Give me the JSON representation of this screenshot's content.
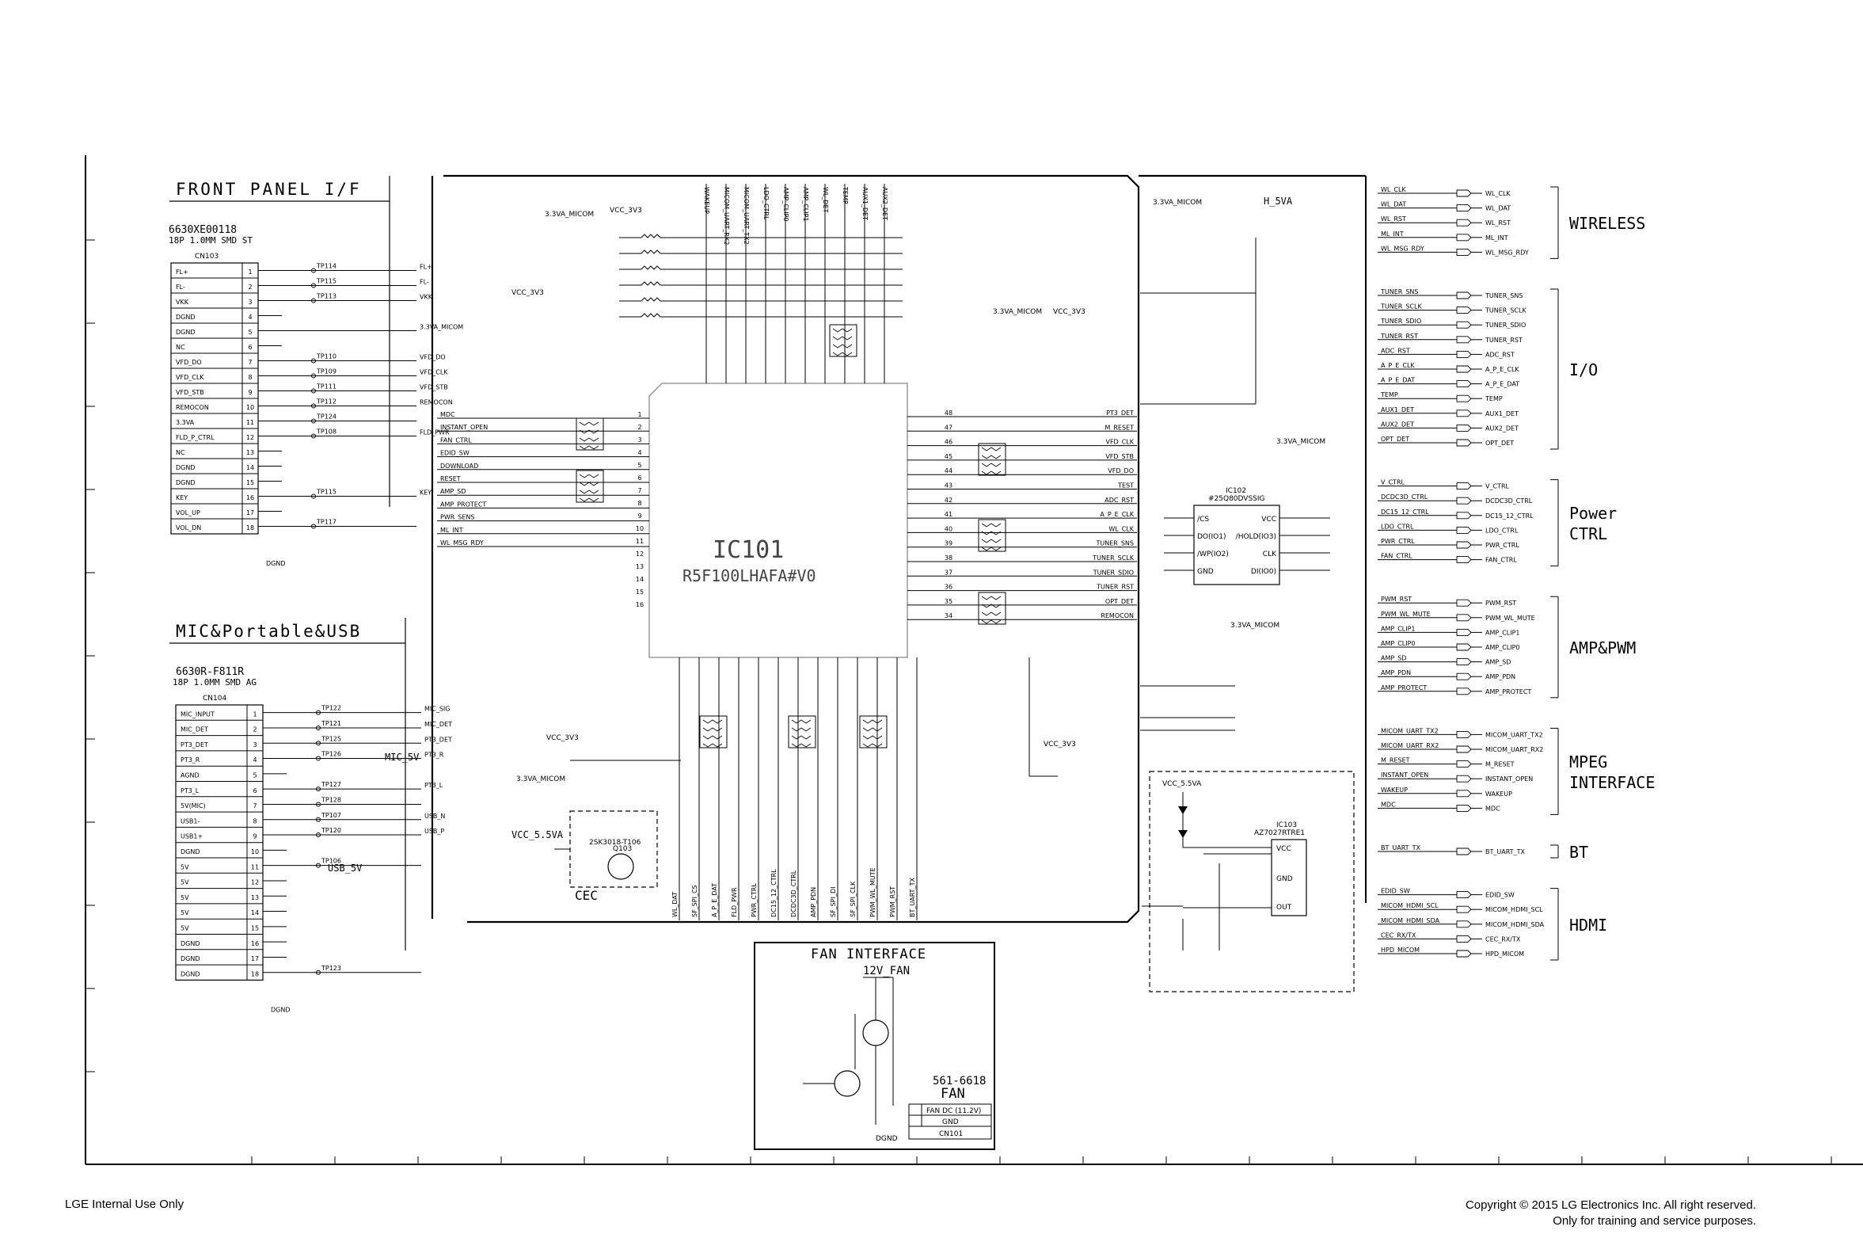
{
  "sections": {
    "front_panel": {
      "title": "FRONT PANEL I/F",
      "part": "6630XE00118",
      "spec": "18P 1.0MM SMD ST",
      "ref": "CN103"
    },
    "mic_usb": {
      "title": "MIC&Portable&USB",
      "part": "6630R-F811R",
      "spec": "18P 1.0MM SMD AG",
      "ref": "CN104"
    },
    "fan": {
      "title": "FAN INTERFACE",
      "supply": "12V_FAN",
      "part": "561-6618",
      "name": "FAN",
      "ref": "CN101",
      "pins": [
        "FAN DC (11.2V)",
        "GND"
      ]
    },
    "mcu": {
      "ref": "IC101",
      "part": "R5F100LHAFA#V0"
    },
    "flash": {
      "ref": "IC102",
      "part": "#25Q80DVSSIG",
      "pins_left": [
        "/CS",
        "DO(IO1)",
        "/WP(IO2)",
        "GND"
      ],
      "pins_right": [
        "VCC",
        "/HOLD(IO3)",
        "CLK",
        "DI(IO0)"
      ]
    },
    "reset_ic": {
      "ref": "IC103",
      "part": "AZ7027RTRE1",
      "pins": [
        "VCC",
        "GND",
        "OUT"
      ],
      "supply": "VCC_5.5VA"
    },
    "cec": {
      "label": "CEC",
      "supply": "VCC_5.5VA",
      "q": "Q103",
      "q_part": "2SK3018-T106"
    }
  },
  "cn103_pins": [
    {
      "n": "1",
      "name": "FL+",
      "tp": "TP114",
      "net": "FL+"
    },
    {
      "n": "2",
      "name": "FL-",
      "tp": "TP115",
      "net": "FL-"
    },
    {
      "n": "3",
      "name": "VKK",
      "tp": "TP113",
      "net": "VKK"
    },
    {
      "n": "4",
      "name": "DGND",
      "tp": "",
      "net": ""
    },
    {
      "n": "5",
      "name": "DGND",
      "tp": "",
      "net": "3.3VA_MICOM"
    },
    {
      "n": "6",
      "name": "NC",
      "tp": "",
      "net": ""
    },
    {
      "n": "7",
      "name": "VFD_DO",
      "tp": "TP110",
      "net": "VFD_DO"
    },
    {
      "n": "8",
      "name": "VFD_CLK",
      "tp": "TP109",
      "net": "VFD_CLK"
    },
    {
      "n": "9",
      "name": "VFD_STB",
      "tp": "TP111",
      "net": "VFD_STB"
    },
    {
      "n": "10",
      "name": "REMOCON",
      "tp": "TP112",
      "net": "REMOCON"
    },
    {
      "n": "11",
      "name": "3.3VA",
      "tp": "TP124",
      "net": ""
    },
    {
      "n": "12",
      "name": "FLD_P_CTRL",
      "tp": "TP108",
      "net": "FLD_PWR"
    },
    {
      "n": "13",
      "name": "NC",
      "tp": "",
      "net": ""
    },
    {
      "n": "14",
      "name": "DGND",
      "tp": "",
      "net": ""
    },
    {
      "n": "15",
      "name": "DGND",
      "tp": "",
      "net": ""
    },
    {
      "n": "16",
      "name": "KEY",
      "tp": "TP115",
      "net": "KEY"
    },
    {
      "n": "17",
      "name": "VOL_UP",
      "tp": "",
      "net": ""
    },
    {
      "n": "18",
      "name": "VOL_DN",
      "tp": "TP117",
      "net": ""
    }
  ],
  "cn104_pins": [
    {
      "n": "1",
      "name": "MIC_INPUT",
      "tp": "TP122",
      "net": "MIC_SIG"
    },
    {
      "n": "2",
      "name": "MIC_DET",
      "tp": "TP121",
      "net": "MIC_DET"
    },
    {
      "n": "3",
      "name": "PT3_DET",
      "tp": "TP125",
      "net": "PT3_DET"
    },
    {
      "n": "4",
      "name": "PT3_R",
      "tp": "TP126",
      "net": "PT3_R"
    },
    {
      "n": "5",
      "name": "AGND",
      "tp": "",
      "net": ""
    },
    {
      "n": "6",
      "name": "PT3_L",
      "tp": "TP127",
      "net": "PT3_L"
    },
    {
      "n": "7",
      "name": "5V(MIC)",
      "tp": "TP128",
      "net": ""
    },
    {
      "n": "8",
      "name": "USB1-",
      "tp": "TP107",
      "net": "USB_N"
    },
    {
      "n": "9",
      "name": "USB1+",
      "tp": "TP120",
      "net": "USB_P"
    },
    {
      "n": "10",
      "name": "DGND",
      "tp": "",
      "net": ""
    },
    {
      "n": "11",
      "name": "5V",
      "tp": "TP106",
      "net": ""
    },
    {
      "n": "12",
      "name": "5V",
      "tp": "",
      "net": ""
    },
    {
      "n": "13",
      "name": "5V",
      "tp": "",
      "net": ""
    },
    {
      "n": "14",
      "name": "5V",
      "tp": "",
      "net": ""
    },
    {
      "n": "15",
      "name": "5V",
      "tp": "",
      "net": ""
    },
    {
      "n": "16",
      "name": "DGND",
      "tp": "",
      "net": ""
    },
    {
      "n": "17",
      "name": "DGND",
      "tp": "",
      "net": ""
    },
    {
      "n": "18",
      "name": "DGND",
      "tp": "TP123",
      "net": ""
    }
  ],
  "mcu_left_nets": [
    "MDC",
    "INSTANT_OPEN",
    "FAN_CTRL",
    "EDID_SW",
    "DOWNLOAD",
    "RESET",
    "AMP_SD",
    "AMP_PROTECT",
    "PWR_SENS",
    "ML_INT",
    "WL_MSG_RDY"
  ],
  "mcu_right_nets": [
    "PT3_DET",
    "M_RESET",
    "VFD_CLK",
    "VFD_STB",
    "VFD_DO",
    "TEST",
    "ADC_RST",
    "A_P_E_CLK",
    "WL_CLK",
    "TUNER_SNS",
    "TUNER_SCLK",
    "TUNER_SDIO",
    "TUNER_RST",
    "OPT_DET",
    "REMOCON"
  ],
  "mcu_top_nets": [
    "WAKEUP",
    "MICOM_UART_RX2",
    "MICOM_UART_TX2",
    "LDO_CTRL",
    "AMP_CLIP0",
    "AMP_CLIP1",
    "WL_DET",
    "TEMP",
    "AUX1_DET",
    "AUX2_DET"
  ],
  "mcu_bottom_nets": [
    "WL_DAT",
    "SF_SPI_CS",
    "A_P_E_DAT",
    "FLD_PWR",
    "PWR_CTRL",
    "DC15_12_CTRL",
    "DCDC3D_CTRL",
    "AMP_PDN",
    "SF_SPI_DI",
    "SF_SPI_CLK",
    "PWM_WL_MUTE",
    "PWM_RST",
    "BT_UART_TX"
  ],
  "right_groups": [
    {
      "title": "WIRELESS",
      "nets": [
        "WL_CLK",
        "WL_DAT",
        "WL_RST",
        "ML_INT",
        "WL_MSG_RDY"
      ]
    },
    {
      "title": "I/O",
      "nets": [
        "TUNER_SNS",
        "TUNER_SCLK",
        "TUNER_SDIO",
        "TUNER_RST",
        "ADC_RST",
        "A_P_E_CLK",
        "A_P_E_DAT",
        "TEMP",
        "AUX1_DET",
        "AUX2_DET",
        "OPT_DET"
      ]
    },
    {
      "title": "Power CTRL",
      "nets": [
        "V_CTRL",
        "DCDC3D_CTRL",
        "DC15_12_CTRL",
        "LDO_CTRL",
        "PWR_CTRL",
        "FAN_CTRL"
      ]
    },
    {
      "title": "AMP&PWM",
      "nets": [
        "PWM_RST",
        "PWM_WL_MUTE",
        "AMP_CLIP1",
        "AMP_CLIP0",
        "AMP_SD",
        "AMP_PDN",
        "AMP_PROTECT"
      ]
    },
    {
      "title": "MPEG INTERFACE",
      "nets": [
        "MICOM_UART_TX2",
        "MICOM_UART_RX2",
        "M_RESET",
        "INSTANT_OPEN",
        "WAKEUP",
        "MDC"
      ]
    },
    {
      "title": "BT",
      "nets": [
        "BT_UART_TX"
      ]
    },
    {
      "title": "HDMI",
      "nets": [
        "EDID_SW",
        "MICOM_HDMI_SCL",
        "MICOM_HDMI_SDA",
        "CEC_RX/TX",
        "HPD_MICOM"
      ]
    }
  ],
  "power_labels": {
    "v33_micom": "3.3VA_MICOM",
    "vcc_3v3": "VCC_3V3",
    "h_5va": "H_5VA",
    "mic_5v": "MIC_5V",
    "usb_5v": "USB_5V",
    "dgnd": "DGND"
  },
  "footer": {
    "left": "LGE Internal Use Only",
    "right_line1": "Copyright © 2015 LG Electronics Inc. All right reserved.",
    "right_line2": "Only for training and service purposes."
  }
}
